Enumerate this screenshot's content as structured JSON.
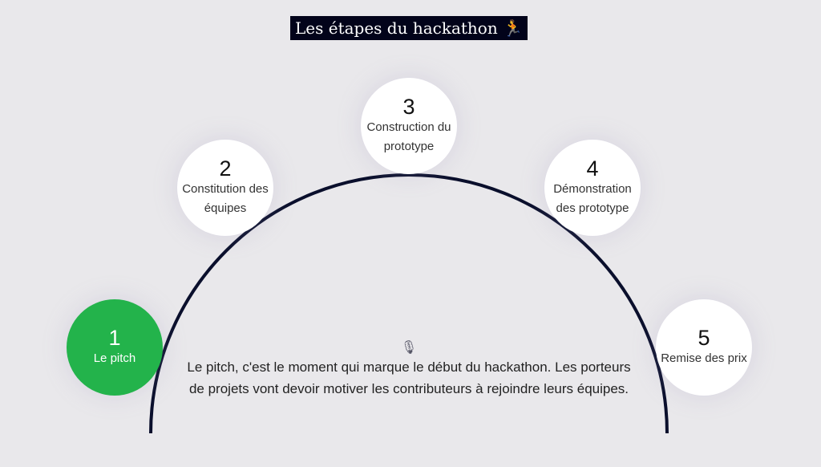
{
  "title": "Les étapes du hackathon 🏃",
  "steps": [
    {
      "number": "1",
      "label": "Le pitch",
      "active": true
    },
    {
      "number": "2",
      "label": "Constitution des équipes"
    },
    {
      "number": "3",
      "label": "Construction du prototype"
    },
    {
      "number": "4",
      "label": "Démonstration des prototype"
    },
    {
      "number": "5",
      "label": "Remise des prix"
    }
  ],
  "description": {
    "icon": "microphone-icon",
    "text": "Le pitch, c'est le moment qui marque le début du hackathon. Les porteurs de projets vont devoir motiver les contributeurs à rejoindre leurs équipes."
  },
  "colors": {
    "active": "#23b34b",
    "arc": "#0a0f2c"
  }
}
